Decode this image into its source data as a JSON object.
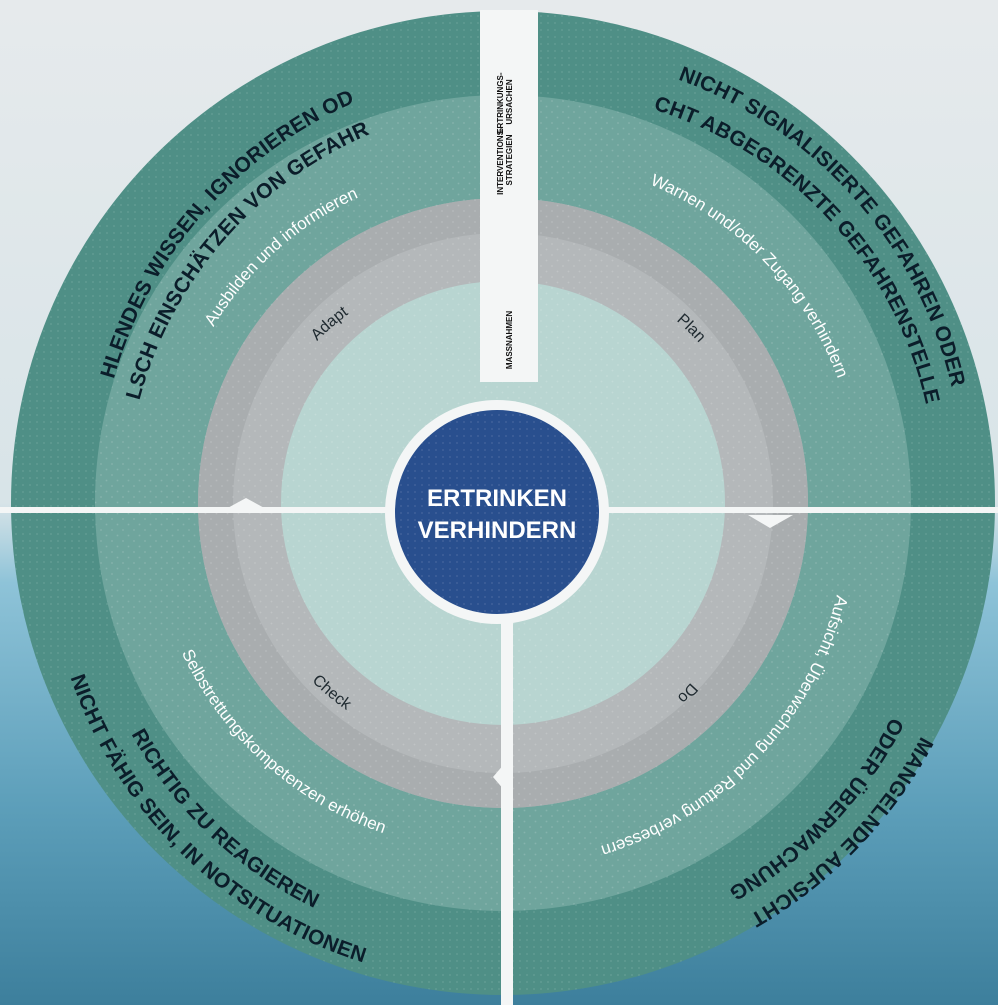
{
  "center": {
    "line1": "ERTRINKEN",
    "line2": "VERHINDERN"
  },
  "ring_labels": {
    "outer": {
      "line1": "ERTRINKUNGS-",
      "line2": "URSACHEN"
    },
    "middle": {
      "line1": "INTERVENTIONS-",
      "line2": "STRATEGIEN"
    },
    "inner": "MASSNAHMEN"
  },
  "causes": {
    "top_left": {
      "line1": "FEHLENDES WISSEN, IGNORIEREN ODER",
      "line2": "FALSCH EINSCHÄTZEN VON GEFAHREN"
    },
    "top_right": {
      "line1": "NICHT SIGNALISIERTE GEFAHREN ODER",
      "line2": "NICHT ABGEGRENZTE GEFAHRENSTELLEN"
    },
    "bottom_right": {
      "line1": "MANGELNDE AUFSICHT",
      "line2": "ODER ÜBERWACHUNG"
    },
    "bottom_left": {
      "line1": "NICHT FÄHIG SEIN, IN NOTSITUATIONEN",
      "line2": "RICHTIG ZU REAGIEREN"
    }
  },
  "strategies": {
    "top_left": "Ausbilden und informieren",
    "top_right": "Warnen und/oder Zugang verhindern",
    "bottom_right": "Aufsicht, Überwachung und Rettung verbessern",
    "bottom_left": "Selbstrettungskompetenzen erhöhen"
  },
  "cycle": {
    "top_left": "Adapt",
    "top_right": "Plan",
    "bottom_right": "Do",
    "bottom_left": "Check"
  },
  "colors": {
    "background_top": "#e6eaec",
    "water": "#5a9eb6",
    "outer_ring": "#4f8f86",
    "middle_ring": "#78ada5",
    "cycle_ring": "#a3a8aa",
    "inner_disc": "#b8d5d1",
    "center": "#294f8e"
  }
}
